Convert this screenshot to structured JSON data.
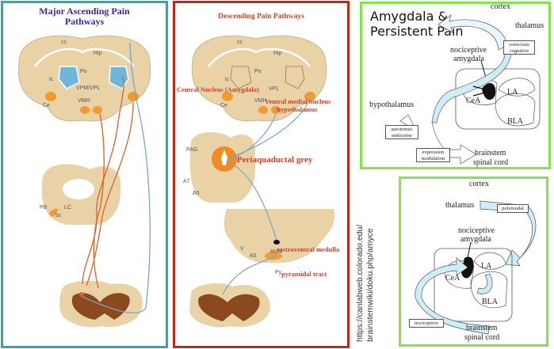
{
  "ascending_panel": {
    "title_line1": "Major Ascending Pain",
    "title_line2": "Pathways",
    "border_color": "#1fb3a6",
    "brain_labels": {
      "cc": "cc",
      "hip": "Hip",
      "po": "Po",
      "ic": "ic",
      "vpm": "VPM/VPL",
      "ce": "Ce",
      "vmh": "VMH"
    },
    "brainstem_labels": {
      "pb": "PB",
      "lc": "LC",
      "bc": "bc"
    }
  },
  "descending_panel": {
    "title": "Descending Pain Pathways",
    "border_color": "#c0281c",
    "brain_labels": {
      "cc": "cc",
      "hip": "Hip",
      "po": "Po",
      "ic": "ic",
      "vpl": "VPL",
      "ce": "Ce",
      "vmh": "VMH"
    },
    "midbrain_labels": {
      "pag": "PAG",
      "a7": "A7",
      "a5": "A5"
    },
    "medulla_labels": {
      "v": "V",
      "a5": "A5",
      "rvm": "RVM",
      "py": "Py"
    },
    "annotations": {
      "central_nucleus": "Central Nucleus (Amygdala)",
      "vmn_line1": "Ventral medial nucleus",
      "vmn_line2": "hypothalamus",
      "pag": "Periaquaductal grey",
      "rvm": "rostroventral medulla",
      "pyramidal": "pyramidal tract"
    }
  },
  "amygdala_panel": {
    "title_line1": "Amygdala &",
    "title_line2": "Persistent Pain",
    "border_color": "#86e34a",
    "labels": {
      "cortex": "cortex",
      "thalamus": "thalamus",
      "nociceptive_line1": "nociceptive",
      "nociceptive_line2": "amygdala",
      "cea": "CeA",
      "la": "LA",
      "bla": "BLA",
      "hypothalamus": "hypothalamus",
      "brainstem": "brainstem",
      "spinal_cord": "spinal cord"
    },
    "boxes": {
      "conscious_line1": "conscious",
      "conscious_line2": "cognitive",
      "autonomic_line1": "autonomic",
      "autonomic_line2": "endocrine",
      "expression_line1": "expression",
      "expression_line2": "modulation"
    }
  },
  "input_panel": {
    "border_color": "#86e34a",
    "labels": {
      "cortex": "cortex",
      "thalamus": "thalamus",
      "nociceptive_line1": "nociceptive",
      "nociceptive_line2": "amygdala",
      "cea": "CeA",
      "la": "LA",
      "bla": "BLA",
      "brainstem": "brainstem",
      "spinal_cord": "spinal cord"
    },
    "boxes": {
      "polymodal": "polymodal",
      "nociceptive": "nociceptive"
    }
  },
  "source_url": {
    "line1": "https://canlabweb.colorado.edu/",
    "line2": "brainstemwiki/doku.php/amyce"
  }
}
